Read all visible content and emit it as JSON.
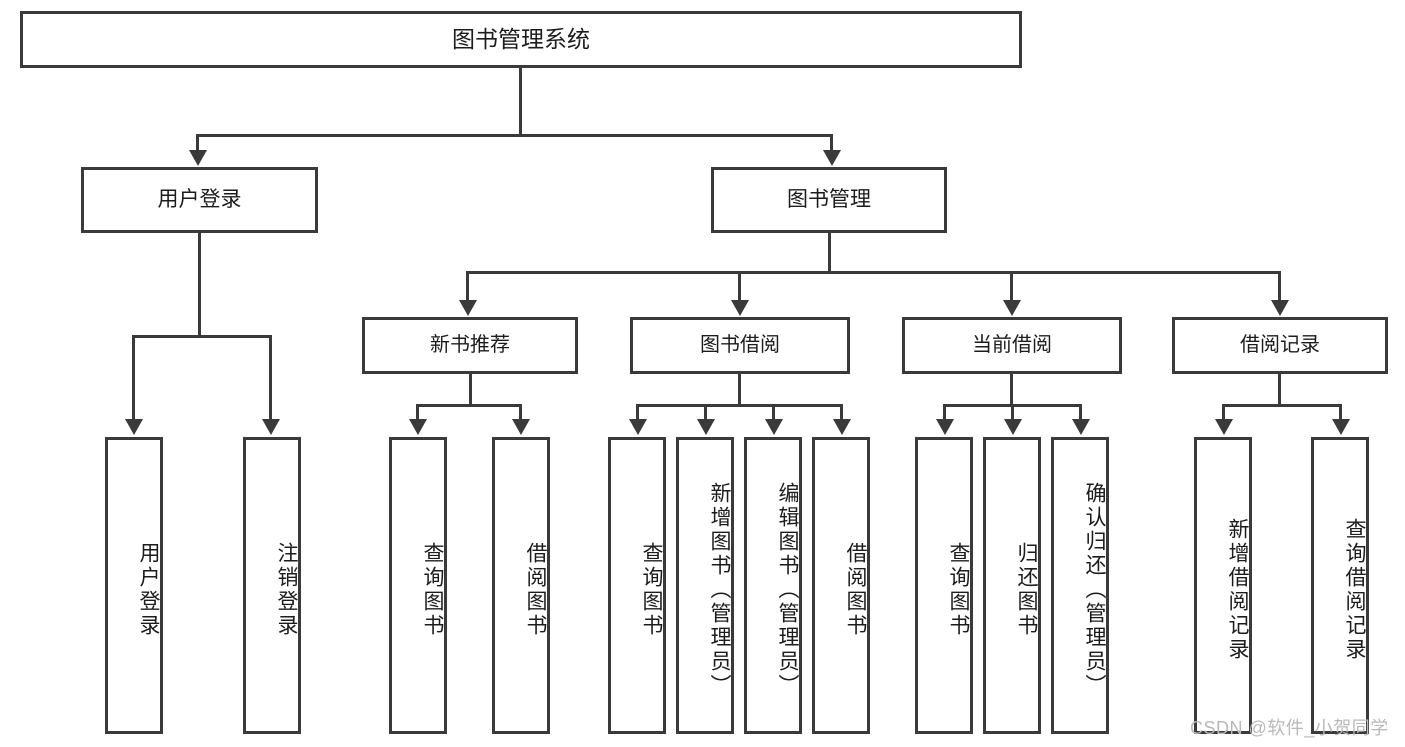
{
  "diagram": {
    "type": "tree-hierarchy",
    "title": "图书管理系统",
    "watermark": "CSDN @软件_小贺同学",
    "colors": {
      "stroke": "#3a3a3a",
      "fill": "#ffffff",
      "text": "#1c1c1c",
      "watermark": "#b9b9b9"
    },
    "levels": [
      {
        "level": 0,
        "nodes": [
          {
            "id": "root",
            "label": "图书管理系统"
          }
        ]
      },
      {
        "level": 1,
        "nodes": [
          {
            "id": "login",
            "label": "用户登录",
            "parent": "root"
          },
          {
            "id": "bookmgmt",
            "label": "图书管理",
            "parent": "root"
          }
        ]
      },
      {
        "level": 2,
        "nodes": [
          {
            "id": "newbook",
            "label": "新书推荐",
            "parent": "bookmgmt"
          },
          {
            "id": "borrow",
            "label": "图书借阅",
            "parent": "bookmgmt"
          },
          {
            "id": "current",
            "label": "当前借阅",
            "parent": "bookmgmt"
          },
          {
            "id": "records",
            "label": "借阅记录",
            "parent": "bookmgmt"
          }
        ]
      },
      {
        "level": 3,
        "nodes": [
          {
            "id": "leaf-1",
            "label": "用户登录",
            "parent": "login"
          },
          {
            "id": "leaf-2",
            "label": "注销登录",
            "parent": "login"
          },
          {
            "id": "leaf-3",
            "label": "查询图书",
            "parent": "newbook"
          },
          {
            "id": "leaf-4",
            "label": "借阅图书",
            "parent": "newbook"
          },
          {
            "id": "leaf-5",
            "label": "查询图书",
            "parent": "borrow"
          },
          {
            "id": "leaf-6",
            "label": "新增图书（管理员）",
            "parent": "borrow"
          },
          {
            "id": "leaf-7",
            "label": "编辑图书（管理员）",
            "parent": "borrow"
          },
          {
            "id": "leaf-8",
            "label": "借阅图书",
            "parent": "borrow"
          },
          {
            "id": "leaf-9",
            "label": "查询图书",
            "parent": "current"
          },
          {
            "id": "leaf-10",
            "label": "归还图书",
            "parent": "current"
          },
          {
            "id": "leaf-11",
            "label": "确认归还（管理员）",
            "parent": "current"
          },
          {
            "id": "leaf-12",
            "label": "新增借阅记录",
            "parent": "records"
          },
          {
            "id": "leaf-13",
            "label": "查询借阅记录",
            "parent": "records"
          }
        ]
      }
    ]
  }
}
